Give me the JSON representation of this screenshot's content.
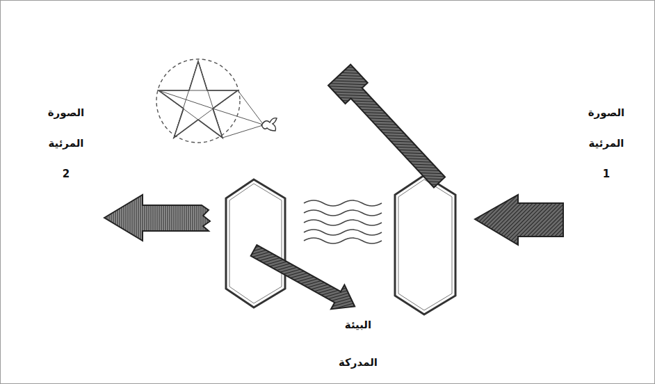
{
  "diagram": {
    "labels": [
      "الصورة المرئية 1",
      "الصورة المرئية 2",
      "البيئة المدركة"
    ]
  }
}
